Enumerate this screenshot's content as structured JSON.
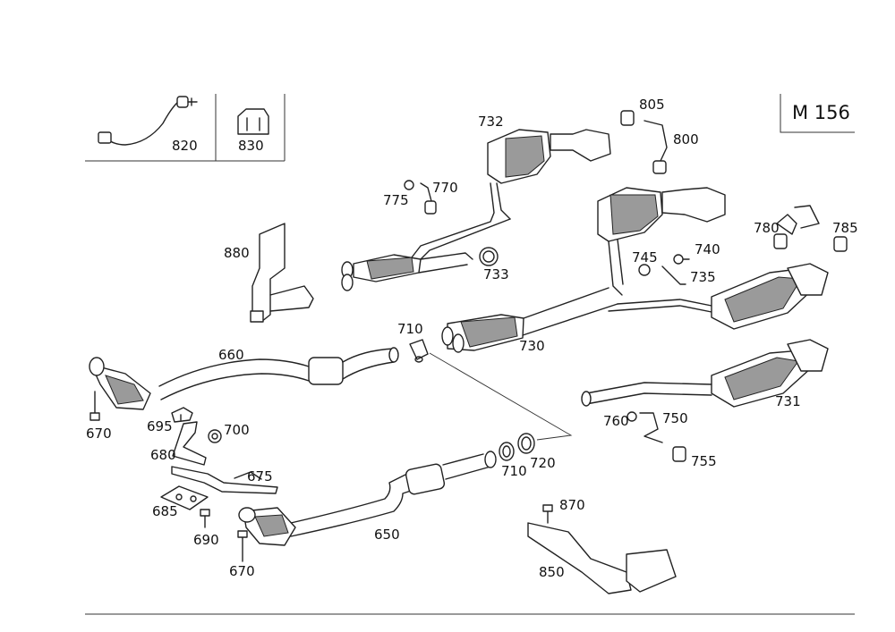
{
  "model_badge": "M 156",
  "callouts": {
    "p650": "650",
    "p660": "660",
    "p670a": "670",
    "p670b": "670",
    "p675": "675",
    "p680": "680",
    "p685": "685",
    "p690": "690",
    "p695": "695",
    "p700": "700",
    "p710a": "710",
    "p710b": "710",
    "p720": "720",
    "p730": "730",
    "p731": "731",
    "p732": "732",
    "p733": "733",
    "p735": "735",
    "p740": "740",
    "p745": "745",
    "p750": "750",
    "p755": "755",
    "p760": "760",
    "p770": "770",
    "p775": "775",
    "p780": "780",
    "p785": "785",
    "p800": "800",
    "p805": "805",
    "p820": "820",
    "p830": "830",
    "p850": "850",
    "p870": "870",
    "p880": "880"
  }
}
